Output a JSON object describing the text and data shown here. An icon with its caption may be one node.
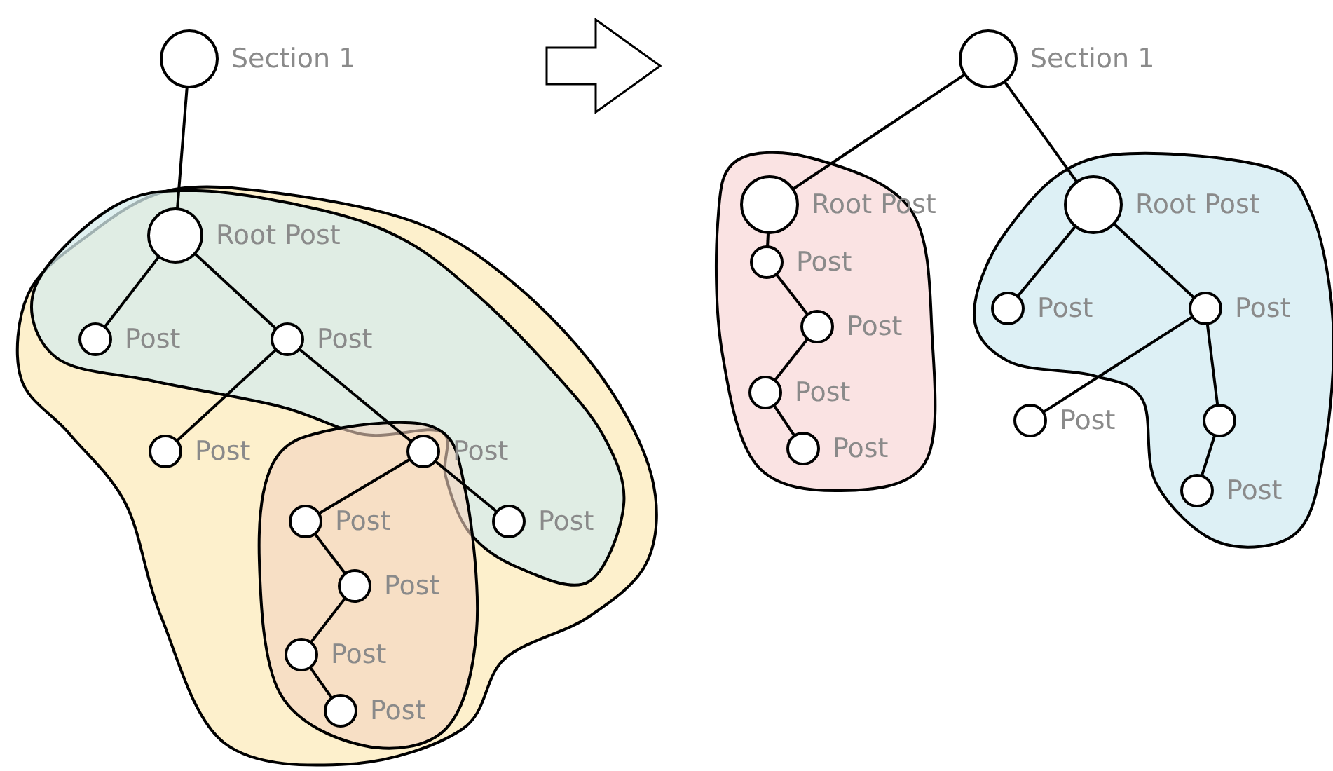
{
  "diagram": {
    "nodes": [
      {
        "text": [],
        "shape": "circle",
        "beside": [
          "Section 1"
        ]
      },
      {
        "text": [],
        "shape": "circle",
        "beside": [
          "Root Post"
        ]
      },
      {
        "text": [],
        "shape": "circle",
        "beside": [
          "Post"
        ]
      },
      {
        "text": [],
        "shape": "circle",
        "beside": [
          "Post"
        ]
      },
      {
        "text": [],
        "shape": "circle",
        "beside": [
          "Post"
        ]
      },
      {
        "text": [],
        "shape": "circle",
        "beside": [
          "Post"
        ]
      },
      {
        "text": [],
        "shape": "circle",
        "beside": [
          "Post"
        ]
      },
      {
        "text": [],
        "shape": "circle",
        "beside": [
          "Post"
        ]
      },
      {
        "text": [],
        "shape": "circle",
        "beside": [
          "Post"
        ]
      },
      {
        "text": [],
        "shape": "circle",
        "beside": [
          "Post"
        ]
      },
      {
        "text": [],
        "shape": "circle",
        "beside": [
          "Post"
        ]
      },
      {
        "text": [],
        "shape": "circle",
        "beside": [
          "Section 1"
        ]
      },
      {
        "text": [],
        "shape": "circle",
        "beside": [
          "Root Post"
        ]
      },
      {
        "text": [],
        "shape": "circle",
        "beside": [
          "Post"
        ]
      },
      {
        "text": [],
        "shape": "circle",
        "beside": [
          "Post"
        ]
      },
      {
        "text": [],
        "shape": "circle",
        "beside": [
          "Post"
        ]
      },
      {
        "text": [],
        "shape": "circle",
        "beside": [
          "Post"
        ]
      },
      {
        "text": [],
        "shape": "circle",
        "beside": [
          "Root Post"
        ]
      },
      {
        "text": [],
        "shape": "circle",
        "beside": [
          "Post"
        ]
      },
      {
        "text": [],
        "shape": "circle",
        "beside": [
          "Post"
        ]
      },
      {
        "text": [],
        "shape": "circle",
        "beside": [
          "Post"
        ]
      },
      {
        "text": [],
        "shape": "circle"
      },
      {
        "text": [],
        "shape": "circle",
        "beside": [
          "Post"
        ]
      }
    ],
    "edges": [
      {
        "from": 0,
        "to": 1,
        "arrow": "none"
      },
      {
        "from": 1,
        "to": 2,
        "arrow": "none"
      },
      {
        "from": 1,
        "to": 3,
        "arrow": "none"
      },
      {
        "from": 3,
        "to": 4,
        "arrow": "none"
      },
      {
        "from": 3,
        "to": 5,
        "arrow": "none"
      },
      {
        "from": 5,
        "to": 6,
        "arrow": "none"
      },
      {
        "from": 5,
        "to": 7,
        "arrow": "none"
      },
      {
        "from": 6,
        "to": 8,
        "arrow": "none"
      },
      {
        "from": 8,
        "to": 9,
        "arrow": "none"
      },
      {
        "from": 9,
        "to": 10,
        "arrow": "none"
      },
      {
        "from": 11,
        "to": 12,
        "arrow": "none"
      },
      {
        "from": 11,
        "to": 17,
        "arrow": "none"
      },
      {
        "from": 12,
        "to": 13,
        "arrow": "none"
      },
      {
        "from": 13,
        "to": 14,
        "arrow": "none"
      },
      {
        "from": 14,
        "to": 15,
        "arrow": "none"
      },
      {
        "from": 15,
        "to": 16,
        "arrow": "none"
      },
      {
        "from": 17,
        "to": 18,
        "arrow": "none"
      },
      {
        "from": 17,
        "to": 19,
        "arrow": "none"
      },
      {
        "from": 19,
        "to": 20,
        "arrow": "none"
      },
      {
        "from": 19,
        "to": 21,
        "arrow": "none"
      },
      {
        "from": 21,
        "to": 22,
        "arrow": "none"
      }
    ]
  }
}
